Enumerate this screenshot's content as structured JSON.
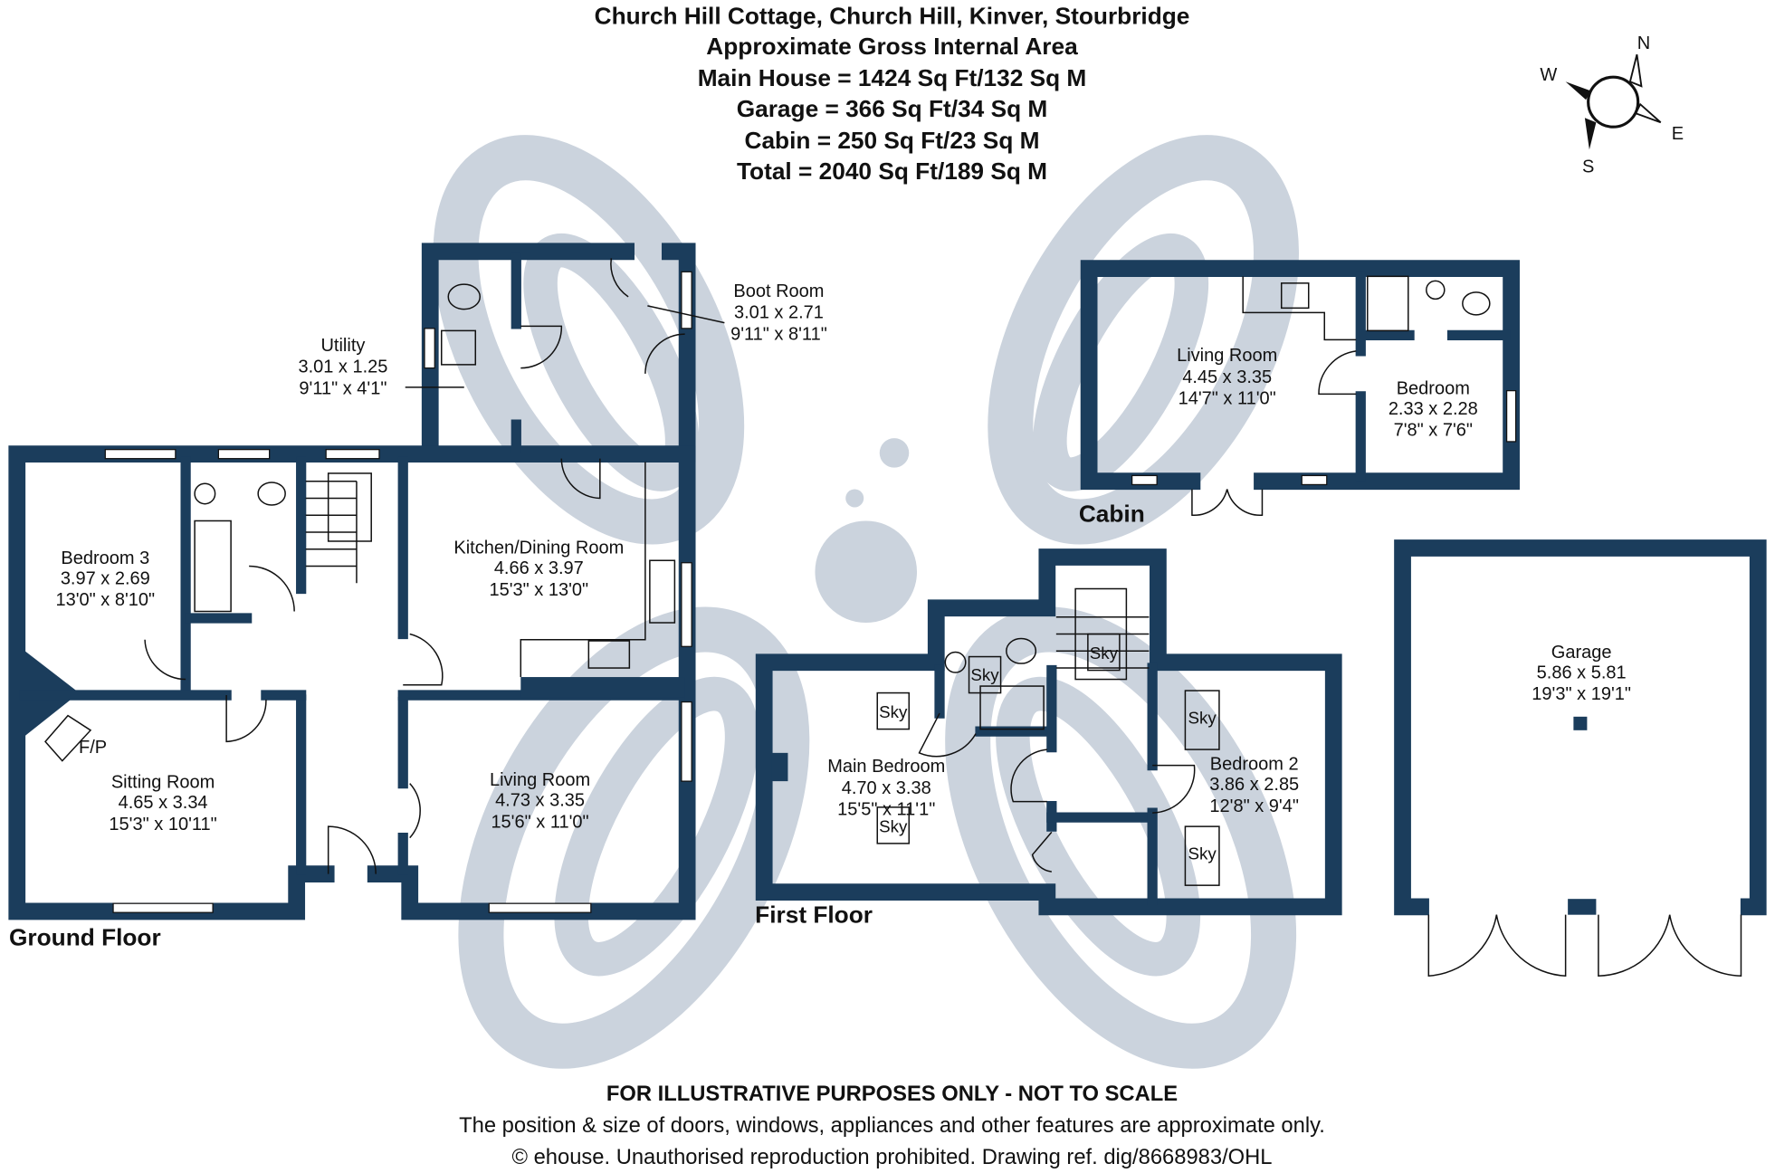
{
  "header": {
    "title": "Church Hill Cottage, Church Hill, Kinver, Stourbridge",
    "subtitle": "Approximate Gross Internal Area",
    "areas": [
      "Main House = 1424 Sq Ft/132 Sq M",
      "Garage = 366 Sq Ft/34 Sq M",
      "Cabin = 250 Sq Ft/23 Sq M",
      "Total = 2040 Sq Ft/189 Sq M"
    ]
  },
  "compass": {
    "n": "N",
    "e": "E",
    "s": "S",
    "w": "W"
  },
  "ground_floor": {
    "label": "Ground Floor",
    "rooms": {
      "utility": {
        "name": "Utility",
        "metric": "3.01 x 1.25",
        "imperial": "9'11\" x 4'1\""
      },
      "boot_room": {
        "name": "Boot Room",
        "metric": "3.01 x 2.71",
        "imperial": "9'11\" x 8'11\""
      },
      "bedroom3": {
        "name": "Bedroom 3",
        "metric": "3.97 x 2.69",
        "imperial": "13'0\" x 8'10\""
      },
      "kitchen": {
        "name": "Kitchen/Dining Room",
        "metric": "4.66 x 3.97",
        "imperial": "15'3\" x 13'0\""
      },
      "sitting": {
        "name": "Sitting Room",
        "metric": "4.65 x 3.34",
        "imperial": "15'3\" x 10'11\""
      },
      "living": {
        "name": "Living Room",
        "metric": "4.73 x 3.35",
        "imperial": "15'6\" x 11'0\""
      }
    },
    "fireplace": "F/P"
  },
  "first_floor": {
    "label": "First Floor",
    "rooms": {
      "main_bedroom": {
        "name": "Main Bedroom",
        "metric": "4.70 x 3.38",
        "imperial": "15'5\" x 11'1\""
      },
      "bedroom2": {
        "name": "Bedroom 2",
        "metric": "3.86 x 2.85",
        "imperial": "12'8\" x 9'4\""
      }
    },
    "skylight": "Sky"
  },
  "cabin": {
    "label": "Cabin",
    "rooms": {
      "living": {
        "name": "Living Room",
        "metric": "4.45 x 3.35",
        "imperial": "14'7\" x 11'0\""
      },
      "bedroom": {
        "name": "Bedroom",
        "metric": "2.33 x 2.28",
        "imperial": "7'8\" x 7'6\""
      }
    }
  },
  "garage": {
    "name": "Garage",
    "metric": "5.86 x 5.81",
    "imperial": "19'3\" x 19'1\""
  },
  "footer": {
    "disclaimer": "FOR ILLUSTRATIVE PURPOSES ONLY - NOT TO SCALE",
    "note": "The position & size of doors, windows, appliances and other features are approximate only.",
    "copyright": "© ehouse. Unauthorised reproduction prohibited. Drawing ref. dig/8668983/OHL"
  },
  "colors": {
    "wall": "#1b3d5c",
    "watermark": "#cbd3dd"
  }
}
